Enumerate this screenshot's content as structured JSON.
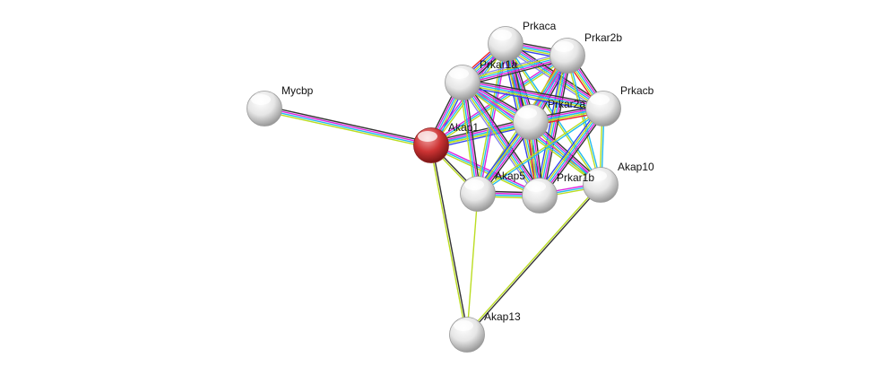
{
  "network": {
    "nodes": [
      {
        "id": "Mycbp",
        "label": "Mycbp",
        "color": "#ffffff",
        "query": false
      },
      {
        "id": "Akap1",
        "label": "Akap1",
        "color": "#cc3333",
        "query": true
      },
      {
        "id": "Prkaca",
        "label": "Prkaca",
        "color": "#ffffff",
        "query": false
      },
      {
        "id": "Prkar2b",
        "label": "Prkar2b",
        "color": "#ffffff",
        "query": false
      },
      {
        "id": "Prkar1a",
        "label": "Prkar1a",
        "color": "#ffffff",
        "query": false
      },
      {
        "id": "Prkar2a",
        "label": "Prkar2a",
        "color": "#ffffff",
        "query": false
      },
      {
        "id": "Prkacb",
        "label": "Prkacb",
        "color": "#ffffff",
        "query": false
      },
      {
        "id": "Akap5",
        "label": "Akap5",
        "color": "#ffffff",
        "query": false
      },
      {
        "id": "Prkar1b",
        "label": "Prkar1b",
        "color": "#ffffff",
        "query": false
      },
      {
        "id": "Akap10",
        "label": "Akap10",
        "color": "#ffffff",
        "query": false
      },
      {
        "id": "Akap13",
        "label": "Akap13",
        "color": "#ffffff",
        "query": false
      }
    ],
    "evidence_colors": {
      "coexpression": "#333333",
      "experiments": "#dd22dd",
      "databases": "#22bbee",
      "textmining": "#bbdd22",
      "cooccurrence": "#3344ee",
      "fusion": "#ee2222",
      "homology": "#8888ee"
    },
    "edges": [
      {
        "a": "Mycbp",
        "b": "Akap1",
        "ev": [
          "coexpression",
          "experiments",
          "databases",
          "textmining"
        ]
      },
      {
        "a": "Akap1",
        "b": "Akap13",
        "ev": [
          "coexpression",
          "textmining"
        ]
      },
      {
        "a": "Akap5",
        "b": "Akap13",
        "ev": [
          "textmining"
        ]
      },
      {
        "a": "Akap10",
        "b": "Akap13",
        "ev": [
          "coexpression",
          "textmining"
        ]
      },
      {
        "a": "Akap1",
        "b": "Prkar1a",
        "ev": [
          "coexpression",
          "experiments",
          "databases",
          "textmining",
          "cooccurrence"
        ]
      },
      {
        "a": "Akap1",
        "b": "Prkaca",
        "ev": [
          "experiments",
          "databases",
          "textmining"
        ]
      },
      {
        "a": "Akap1",
        "b": "Prkar2a",
        "ev": [
          "coexpression",
          "experiments",
          "databases",
          "textmining",
          "cooccurrence"
        ]
      },
      {
        "a": "Akap1",
        "b": "Prkar2b",
        "ev": [
          "experiments",
          "databases",
          "textmining"
        ]
      },
      {
        "a": "Akap1",
        "b": "Prkacb",
        "ev": [
          "databases",
          "textmining"
        ]
      },
      {
        "a": "Akap1",
        "b": "Akap5",
        "ev": [
          "coexpression",
          "textmining"
        ]
      },
      {
        "a": "Akap1",
        "b": "Prkar1b",
        "ev": [
          "experiments",
          "databases",
          "textmining"
        ]
      },
      {
        "a": "Prkaca",
        "b": "Prkar2b",
        "ev": [
          "coexpression",
          "experiments",
          "databases",
          "textmining",
          "cooccurrence"
        ]
      },
      {
        "a": "Prkaca",
        "b": "Prkar1a",
        "ev": [
          "coexpression",
          "experiments",
          "databases",
          "textmining",
          "cooccurrence",
          "fusion"
        ]
      },
      {
        "a": "Prkaca",
        "b": "Prkar2a",
        "ev": [
          "coexpression",
          "experiments",
          "databases",
          "textmining",
          "cooccurrence",
          "fusion"
        ]
      },
      {
        "a": "Prkaca",
        "b": "Prkacb",
        "ev": [
          "coexpression",
          "experiments",
          "databases",
          "textmining",
          "homology"
        ]
      },
      {
        "a": "Prkaca",
        "b": "Akap5",
        "ev": [
          "experiments",
          "databases",
          "textmining"
        ]
      },
      {
        "a": "Prkaca",
        "b": "Prkar1b",
        "ev": [
          "coexpression",
          "experiments",
          "databases",
          "textmining",
          "cooccurrence"
        ]
      },
      {
        "a": "Prkaca",
        "b": "Akap10",
        "ev": [
          "databases",
          "textmining"
        ]
      },
      {
        "a": "Prkar2b",
        "b": "Prkar1a",
        "ev": [
          "coexpression",
          "experiments",
          "databases",
          "textmining",
          "homology"
        ]
      },
      {
        "a": "Prkar2b",
        "b": "Prkar2a",
        "ev": [
          "coexpression",
          "experiments",
          "databases",
          "textmining",
          "homology",
          "fusion"
        ]
      },
      {
        "a": "Prkar2b",
        "b": "Prkacb",
        "ev": [
          "coexpression",
          "experiments",
          "databases",
          "textmining",
          "fusion"
        ]
      },
      {
        "a": "Prkar2b",
        "b": "Prkar1b",
        "ev": [
          "coexpression",
          "experiments",
          "databases",
          "textmining",
          "cooccurrence"
        ]
      },
      {
        "a": "Prkar2b",
        "b": "Akap5",
        "ev": [
          "experiments",
          "databases",
          "textmining"
        ]
      },
      {
        "a": "Prkar2b",
        "b": "Akap10",
        "ev": [
          "databases",
          "textmining"
        ]
      },
      {
        "a": "Prkar1a",
        "b": "Prkar2a",
        "ev": [
          "coexpression",
          "experiments",
          "databases",
          "textmining",
          "homology"
        ]
      },
      {
        "a": "Prkar1a",
        "b": "Prkacb",
        "ev": [
          "coexpression",
          "experiments",
          "databases",
          "textmining",
          "cooccurrence"
        ]
      },
      {
        "a": "Prkar1a",
        "b": "Akap5",
        "ev": [
          "coexpression",
          "experiments",
          "databases",
          "textmining"
        ]
      },
      {
        "a": "Prkar1a",
        "b": "Prkar1b",
        "ev": [
          "coexpression",
          "experiments",
          "databases",
          "textmining",
          "homology"
        ]
      },
      {
        "a": "Prkar1a",
        "b": "Akap10",
        "ev": [
          "experiments",
          "databases",
          "textmining"
        ]
      },
      {
        "a": "Prkar2a",
        "b": "Prkacb",
        "ev": [
          "coexpression",
          "experiments",
          "databases",
          "textmining",
          "fusion"
        ]
      },
      {
        "a": "Prkar2a",
        "b": "Akap5",
        "ev": [
          "coexpression",
          "experiments",
          "databases",
          "textmining",
          "cooccurrence"
        ]
      },
      {
        "a": "Prkar2a",
        "b": "Prkar1b",
        "ev": [
          "coexpression",
          "experiments",
          "databases",
          "textmining",
          "fusion"
        ]
      },
      {
        "a": "Prkar2a",
        "b": "Akap10",
        "ev": [
          "coexpression",
          "experiments",
          "databases",
          "textmining"
        ]
      },
      {
        "a": "Prkacb",
        "b": "Akap5",
        "ev": [
          "databases",
          "textmining"
        ]
      },
      {
        "a": "Prkacb",
        "b": "Prkar1b",
        "ev": [
          "coexpression",
          "experiments",
          "databases",
          "textmining",
          "cooccurrence"
        ]
      },
      {
        "a": "Prkacb",
        "b": "Akap10",
        "ev": [
          "databases",
          "textmining"
        ]
      },
      {
        "a": "Akap5",
        "b": "Prkar1b",
        "ev": [
          "coexpression",
          "experiments",
          "databases",
          "textmining"
        ]
      },
      {
        "a": "Prkar1b",
        "b": "Akap10",
        "ev": [
          "experiments",
          "databases",
          "textmining"
        ]
      }
    ]
  }
}
